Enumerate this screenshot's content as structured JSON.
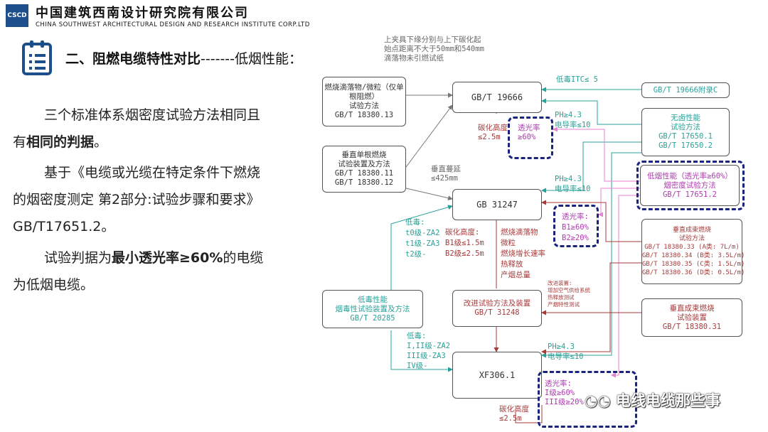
{
  "header": {
    "logo_text": "CSCD",
    "company_cn": "中国建筑西南设计研究院有限公司",
    "company_en": "CHINA SOUTHWEST ARCHITECTURAL DESIGN AND RESEARCH INSTITUTE CORP.LTD"
  },
  "title": {
    "bold": "二、阻燃电缆特性对比",
    "rest": "-------低烟性能："
  },
  "paragraphs": {
    "p1_a": "三个标准体系烟密度试验方法相同且",
    "p1_b_pre": "有",
    "p1_b_bold": "相同的判据",
    "p1_b_post": "。",
    "p2_a": "基于《电缆或光缆在特定条件下燃烧",
    "p2_b": "的烟密度测定 第2部分:试验步骤和要求》",
    "p2_c": "GB/T17651.2。",
    "p3_a_pre": "试验判据为",
    "p3_a_bold": "最小透光率≥60%",
    "p3_a_post": "的电缆",
    "p3_b": "为低烟电缆。"
  },
  "diagram": {
    "top_note": [
      "上夹具下缘分别与上下碳化起",
      "始点距离不大于50mm和540mm",
      "滴落物未引燃试纸"
    ],
    "boxes": {
      "drip": [
        "燃烧滴落物/微粒（仅单",
        "根阻燃）",
        "试验方法",
        "GB/T 18380.13"
      ],
      "vertical_single": [
        "垂直单根燃烧",
        "试验装置及方法",
        "GB/T 18380.11",
        "GB/T 18380.12"
      ],
      "gbt19666": [
        "GB/T 19666"
      ],
      "gb31247": [
        "GB 31247"
      ],
      "appendix_c": [
        "GB/T 19666附录C"
      ],
      "halogen_free": [
        "无卤性能",
        "试验方法",
        "GB/T 17650.1",
        "GB/T 17650.2"
      ],
      "low_smoke": [
        "低烟性能（透光率≥60%）",
        "烟密度试验方法",
        "GB/T 17651.2"
      ],
      "bundle_req": [
        "垂直成束燃烧",
        "试验方法",
        "GB/T 18380.33 (A类: 7L/m)",
        "GB/T 18380.34 (B类: 3.5L/m)",
        "GB/T 18380.35 (C类: 1.5L/m)",
        "GB/T 18380.36 (D类: 0.5L/m)"
      ],
      "toxic": [
        "低毒性能",
        "烟毒性试验装置及方法",
        "GB/T 20285"
      ],
      "gbt31248": [
        "改进试验方法及装置",
        "GB/T 31248"
      ],
      "bundle_app": [
        "垂直成束燃烧",
        "试验装置",
        "GB/T 18380.31"
      ],
      "xf306": [
        "XF306.1"
      ]
    },
    "labels": {
      "low_toxic_itc": "低毒ITC≤ 5",
      "ph1": "PH≥4.3",
      "cond1": "电导率≤10",
      "char1_a": "碳化高度",
      "char1_b": "≤2.5m",
      "trans1_a": "透光率",
      "trans1_b": "≥60%",
      "vertical_spread_a": "垂直蔓延",
      "vertical_spread_b": "≤425mm",
      "ph2": "PH≥4.3",
      "cond2": "电导率≤10",
      "toxic_levels1": [
        "低毒:",
        "t0级-ZA2",
        "t1级-ZA3",
        "t2级-"
      ],
      "char2": [
        "碳化高度:",
        "B1级≤1.5m",
        "B2级≤2.5m"
      ],
      "burn_props": [
        "燃烧滴落物",
        "微粒",
        "燃烧增长速率",
        "热释放",
        "产烟总量"
      ],
      "trans2": [
        "透光率:",
        "B1≥60%",
        "B2≥20%"
      ],
      "improve_note": [
        "改进装置:",
        "增加空气供给系统",
        "热释放测试",
        "产烟特性测试"
      ],
      "toxic_levels2": [
        "低毒:",
        "I,II级-ZA2",
        "III级-ZA3",
        "IV级-"
      ],
      "ph3": "PH≥4.3",
      "cond3": "电导率≤10",
      "trans3": [
        "透光率:",
        "I级≥60%",
        "III级≥20%"
      ],
      "char3_a": "碳化高度",
      "char3_b": "≤2.5m"
    },
    "colors": {
      "red": "#a83a3a",
      "teal": "#2aa198",
      "purple": "#b03ab0",
      "navy": "#1a237e",
      "gray": "#666666",
      "blue": "#2f5aa8",
      "pink": "#e87fd0"
    }
  },
  "watermark": "电线电缆那些事"
}
